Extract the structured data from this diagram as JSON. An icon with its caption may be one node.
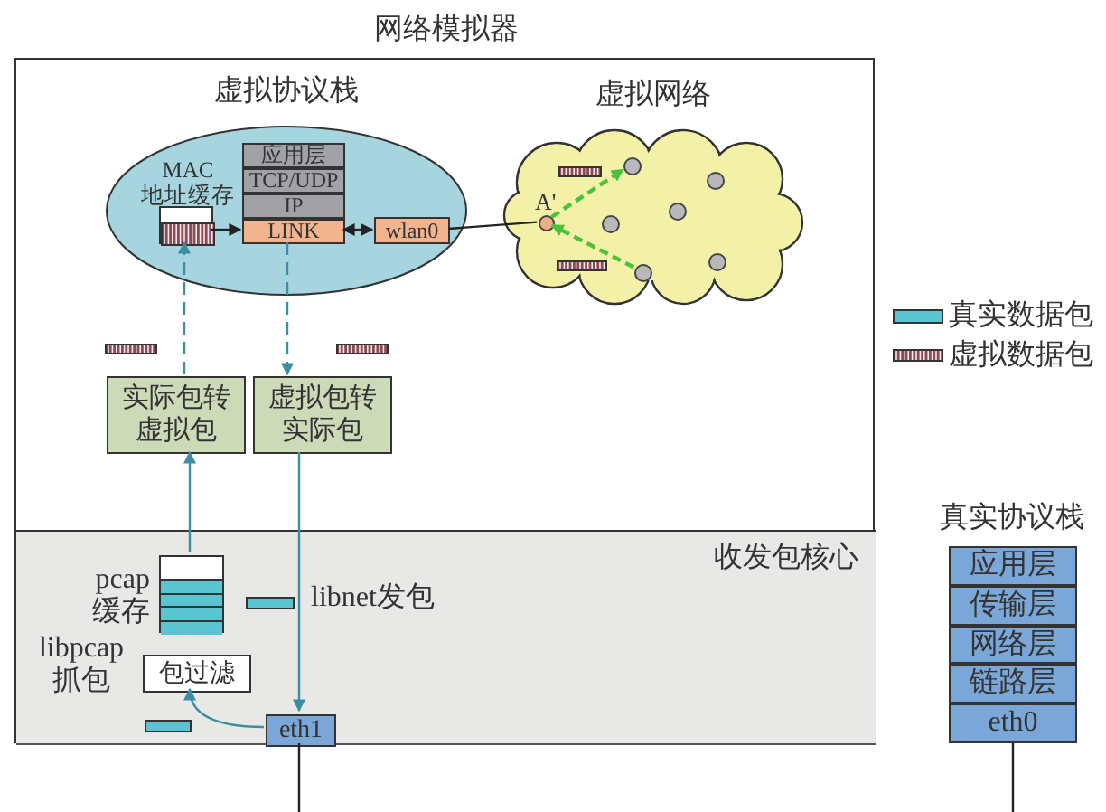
{
  "diagram": {
    "nodes": [
      {
        "text": [
          "网络模拟器"
        ]
      },
      {
        "text": [
          "收发包核心"
        ],
        "in": 0
      },
      {
        "text": [
          "虚拟协议栈"
        ],
        "in": 0
      },
      {
        "text": [
          "MAC 地址缓存"
        ],
        "in": 2
      },
      {
        "text": [
          "应用层"
        ],
        "in": 2
      },
      {
        "text": [
          "TCP/UDP"
        ],
        "in": 2
      },
      {
        "text": [
          "IP"
        ],
        "in": 2
      },
      {
        "text": [
          "LINK"
        ],
        "in": 2
      },
      {
        "text": [
          "wlan0"
        ],
        "in": 2
      },
      {
        "text": [
          "虚拟网络"
        ],
        "in": 0
      },
      {
        "text": [
          "A'"
        ],
        "in": 9
      },
      {
        "text": [],
        "shape": "circle",
        "in": 9
      },
      {
        "text": [],
        "shape": "circle",
        "in": 9
      },
      {
        "text": [],
        "shape": "circle",
        "in": 9
      },
      {
        "text": [],
        "shape": "circle",
        "in": 9
      },
      {
        "text": [],
        "shape": "circle",
        "in": 9
      },
      {
        "text": [],
        "shape": "circle",
        "in": 9
      },
      {
        "text": [
          "实际包转虚拟包"
        ],
        "in": 0
      },
      {
        "text": [
          "虚拟包转实际包"
        ],
        "in": 0
      },
      {
        "text": [],
        "shape": "box",
        "beside": [
          "pcap 缓存"
        ],
        "in": 1
      },
      {
        "text": [
          "包过滤"
        ],
        "in": 1
      },
      {
        "text": [
          "eth1"
        ],
        "in": 1
      },
      {
        "text": [
          "真实协议栈"
        ]
      },
      {
        "text": [
          "应用层"
        ],
        "in": 22
      },
      {
        "text": [
          "传输层"
        ],
        "in": 22
      },
      {
        "text": [
          "网络层"
        ],
        "in": 22
      },
      {
        "text": [
          "链路层"
        ],
        "in": 22
      },
      {
        "text": [
          "eth0"
        ],
        "in": 22
      }
    ],
    "edges": [
      {
        "from": 3,
        "to": 7,
        "arrow": "to"
      },
      {
        "from": 7,
        "to": 8,
        "arrow": "both"
      },
      {
        "from": 8,
        "to": 10,
        "arrow": "none"
      },
      {
        "from": 10,
        "to": 11,
        "arrow": "to",
        "style": "dashed",
        "color": "#4cc13c"
      },
      {
        "from": 16,
        "to": 10,
        "arrow": "to",
        "style": "dashed",
        "color": "#4cc13c"
      },
      {
        "from": 17,
        "to": 3,
        "arrow": "to",
        "style": "dashed",
        "color": "#3a8fa3"
      },
      {
        "from": 7,
        "to": 18,
        "arrow": "to",
        "style": "dashed",
        "color": "#3a8fa3"
      },
      {
        "from": 19,
        "to": 17,
        "arrow": "to",
        "color": "#3a8fa3"
      },
      {
        "from": 18,
        "to": 21,
        "arrow": "to",
        "color": "#3a8fa3"
      },
      {
        "from": 21,
        "to": 20,
        "arrow": "to",
        "color": "#3a8fa3"
      },
      {
        "from": 21,
        "to": null,
        "arrow": "none"
      },
      {
        "from": 27,
        "to": null,
        "arrow": "none"
      }
    ],
    "labels": [
      "libnet发包",
      "libpcap 抓包"
    ],
    "legend": [
      {
        "text": "真实数据包",
        "color": "#5bc4d1"
      },
      {
        "text": "虚拟数据包"
      }
    ]
  }
}
